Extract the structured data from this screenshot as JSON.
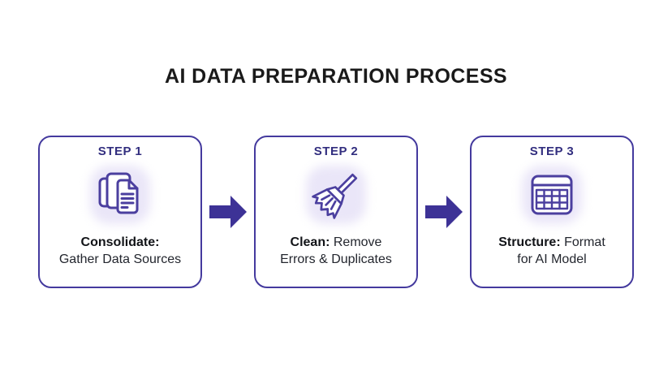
{
  "title": "AI DATA PREPARATION PROCESS",
  "colors": {
    "background": "#FFFFFF",
    "accent": "#443A9E",
    "arrow": "#3D3296",
    "step_label": "#322E7F",
    "icon_stroke": "#4B3F9F",
    "icon_glow": "#EAE6F8",
    "title_text": "#1A1A1A",
    "body_text": "#23262E",
    "body_bold": "#121418"
  },
  "steps": [
    {
      "label": "STEP 1",
      "icon": "documents-icon",
      "bold": "Consolidate:",
      "line1_rest": "",
      "line2": "Gather Data Sources"
    },
    {
      "label": "STEP 2",
      "icon": "broom-icon",
      "bold": "Clean:",
      "line1_rest": " Remove",
      "line2": "Errors & Duplicates"
    },
    {
      "label": "STEP 3",
      "icon": "table-icon",
      "bold": "Structure:",
      "line1_rest": " Format",
      "line2": "for AI Model"
    }
  ],
  "arrows": [
    {
      "icon": "arrow-right-icon"
    },
    {
      "icon": "arrow-right-icon"
    }
  ]
}
